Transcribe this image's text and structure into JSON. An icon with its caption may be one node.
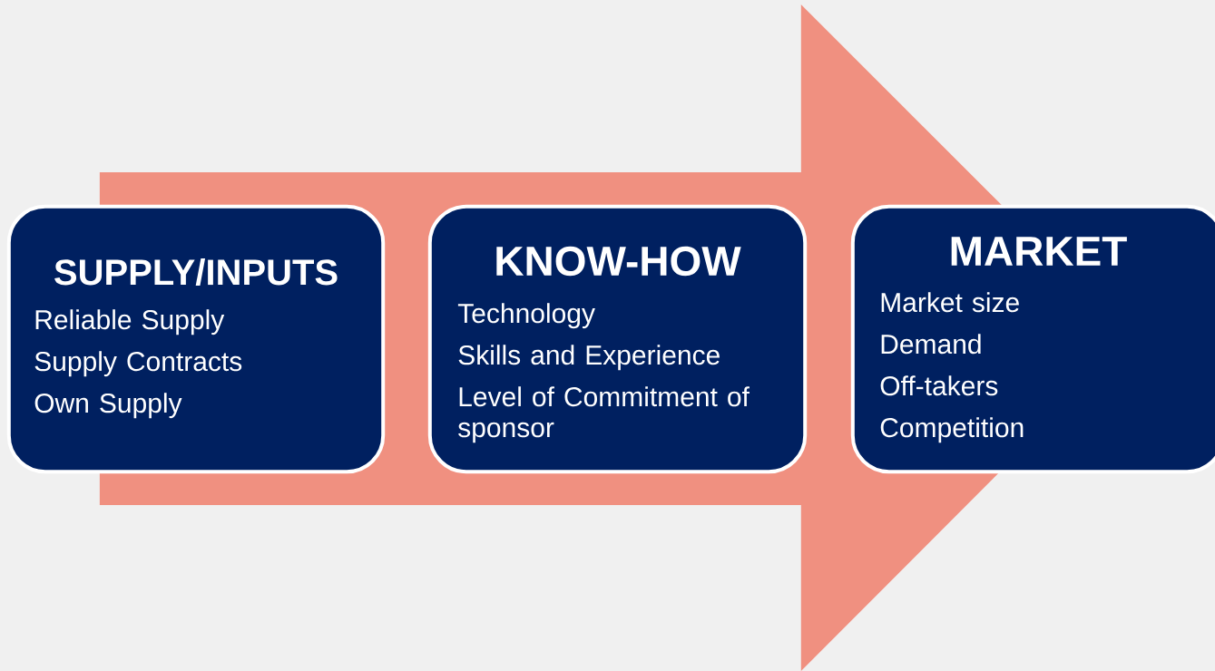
{
  "diagram": {
    "nodes": [
      {
        "text": [
          "SUPPLY/INPUTS",
          "Reliable Supply",
          "Supply Contracts",
          "Own Supply"
        ]
      },
      {
        "text": [
          "KNOW-HOW",
          "Technology",
          "Skills and Experience",
          "Level of Commitment of sponsor"
        ]
      },
      {
        "text": [
          "MARKET",
          "Market size",
          "Demand",
          "Off-takers",
          "Competition"
        ]
      }
    ],
    "edges": [
      {
        "from": 0,
        "to": 2,
        "arrow": "to"
      }
    ]
  }
}
